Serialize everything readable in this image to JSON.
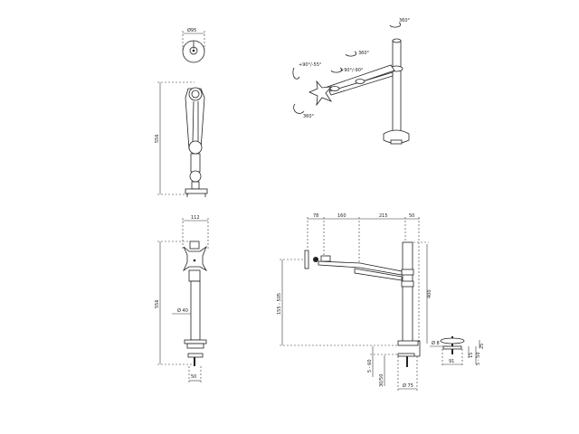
{
  "top_view": {
    "diameter": "Ø95"
  },
  "side_view": {
    "height": "556"
  },
  "front_view": {
    "width": "112",
    "height": "556",
    "pole_diameter": "Ø 40",
    "clamp_width": "50"
  },
  "iso_view": {
    "rot_pole": "360°",
    "rot_arm": "360°",
    "rot_joint": "+90°/-90°",
    "rot_tilt": "+90°/-55°",
    "rot_plate": "360°"
  },
  "profile_view": {
    "d1": "78",
    "d2": "160",
    "d3": "215",
    "d4": "50",
    "pole_height": "400",
    "height_range": "155 - 505",
    "desk_thickness": "5 - 60",
    "clamp_depth": "30/50",
    "base_diameter": "Ø 75"
  },
  "grommet_detail": {
    "bolt": "Ø 8",
    "width": "91",
    "d1": "15",
    "d2": "5 - 50",
    "d3": "25"
  }
}
